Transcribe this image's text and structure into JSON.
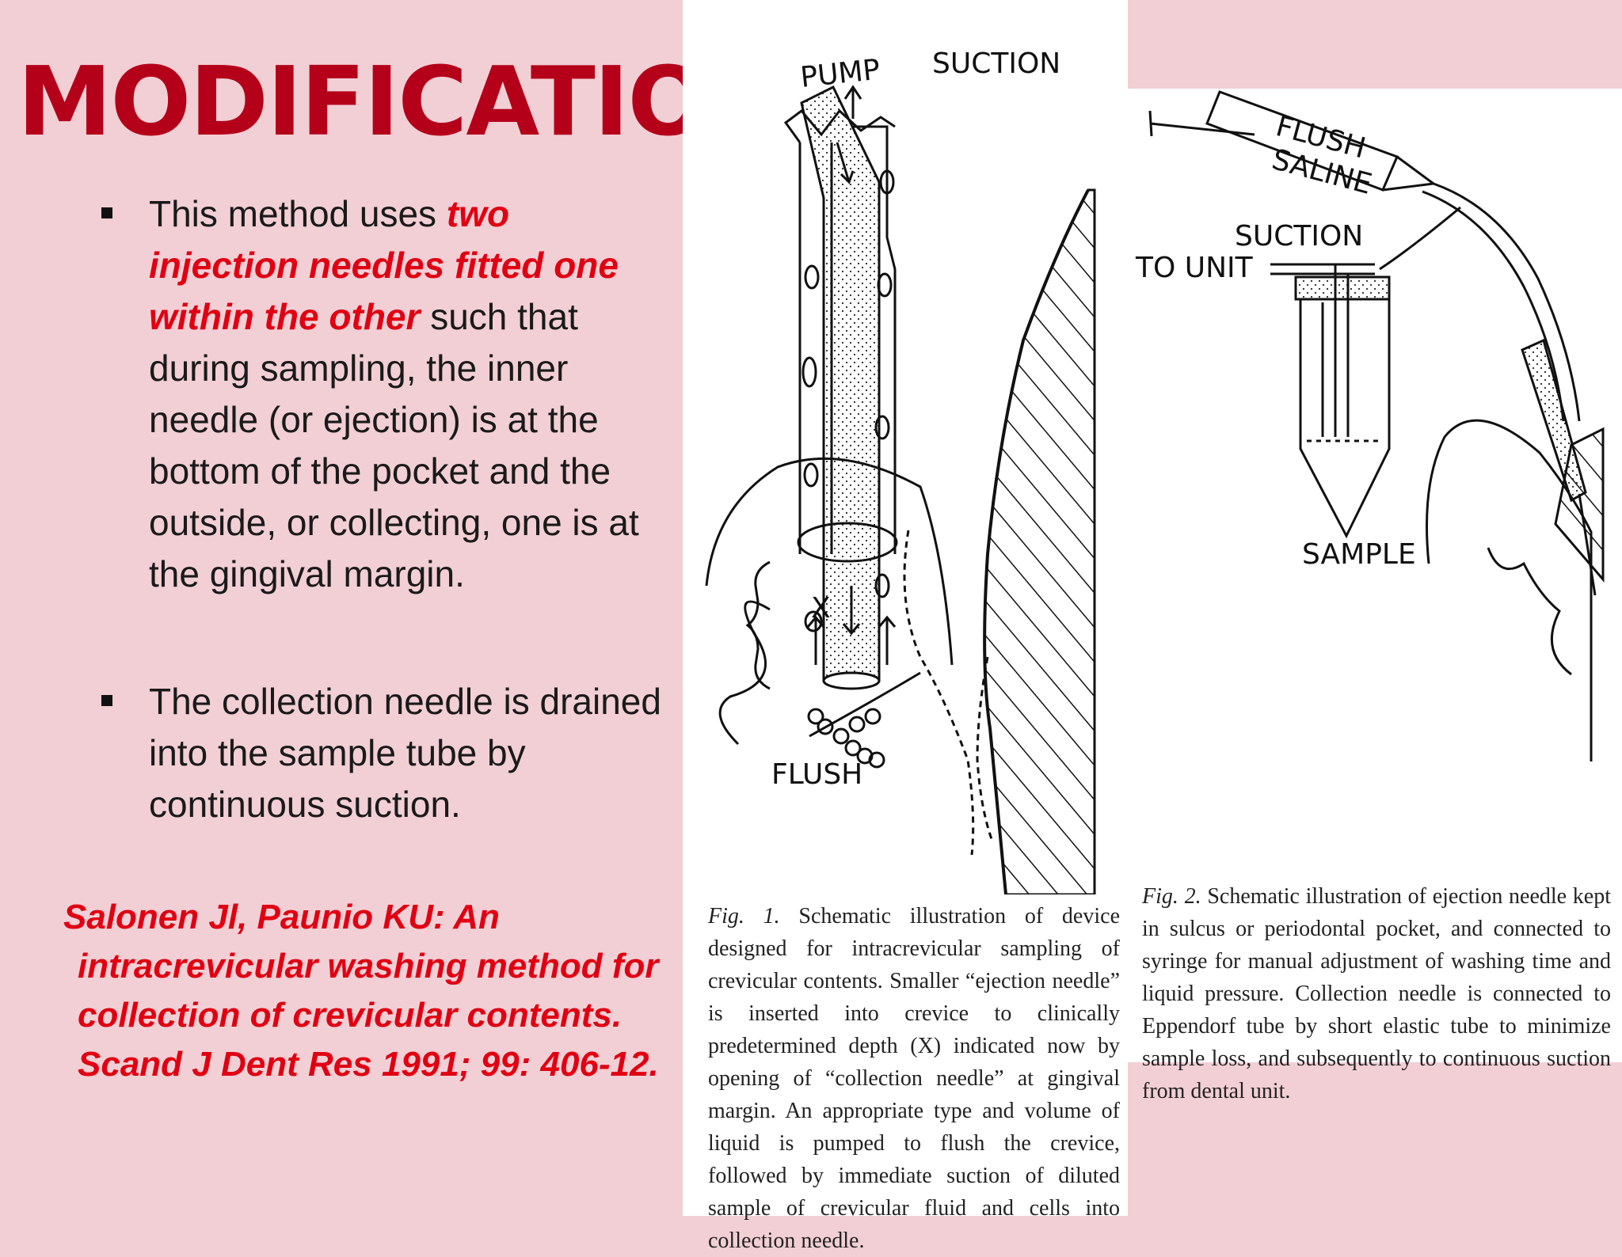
{
  "colors": {
    "background": "#f2cfd5",
    "title": "#b5001a",
    "emphasis": "#e00012",
    "reference": "#e00012",
    "figure_background": "#ffffff"
  },
  "title": "MODIFICATION",
  "bullets": [
    {
      "text_before": "This method uses ",
      "emphasis": "two injection needles fitted one within the other",
      "text_after": " such that during sampling, the inner needle  (or ejection) is at the bottom of the pocket and the outside, or collecting, one is at the gingival margin."
    },
    {
      "text": "The collection needle is drained into the sample tube by continuous suction."
    }
  ],
  "reference": {
    "first_line": "Salonen Jl, Paunio KU:  An",
    "rest": "intracrevicular washing method for collection of crevicular contents. Scand J Dent Res 1991; 99: 406-12."
  },
  "figure1": {
    "labels": {
      "pump": "PUMP",
      "suction": "SUCTION",
      "x": "X",
      "flush": "FLUSH"
    },
    "caption_tag": "Fig. 1.",
    "caption": "Schematic illustration of device designed for intracrevicular sampling of crevicular contents. Smaller “ejection needle” is inserted into crevice to clinically predetermined depth (X) indicated now by opening of “collection needle” at gingival margin. An appropriate type and volume of liquid is pumped to flush the crevice, followed by immediate suction of diluted sample of crevicular fluid and cells into collection needle."
  },
  "figure2": {
    "labels": {
      "flush": "FLUSH",
      "saline": "SALINE",
      "suction": "SUCTION",
      "to_unit": "TO UNIT",
      "sample": "SAMPLE"
    },
    "caption_tag": "Fig. 2.",
    "caption": "Schematic illustration of ejection needle kept in sulcus or periodontal pocket, and connected to syringe for manual adjustment of washing time and liquid pressure. Collection needle is connected to Eppendorf tube by short elastic tube to minimize sample loss, and subsequently to continuous suction from dental unit."
  }
}
